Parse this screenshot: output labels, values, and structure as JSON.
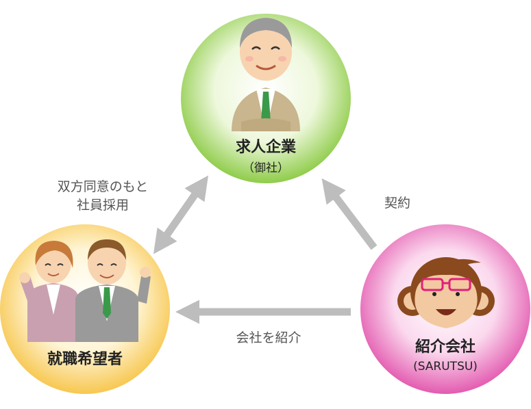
{
  "nodes": {
    "employer": {
      "label": "求人企業",
      "sublabel": "（御社）",
      "color_light": "#f6fbe9",
      "color_dark": "#8fcc4a"
    },
    "jobseekers": {
      "label": "就職希望者",
      "color_light": "#fffbe8",
      "color_dark": "#f7c750"
    },
    "agency": {
      "label": "紹介会社",
      "sublabel": "(SARUTSU)",
      "color_light": "#fdeaf6",
      "color_dark": "#e35bb0"
    }
  },
  "edges": {
    "mutual_hire": {
      "line1": "双方同意のもと",
      "line2": "社員採用"
    },
    "contract": {
      "label": "契約"
    },
    "introduce": {
      "label": "会社を紹介"
    }
  },
  "arrow_color": "#bdbdbd"
}
